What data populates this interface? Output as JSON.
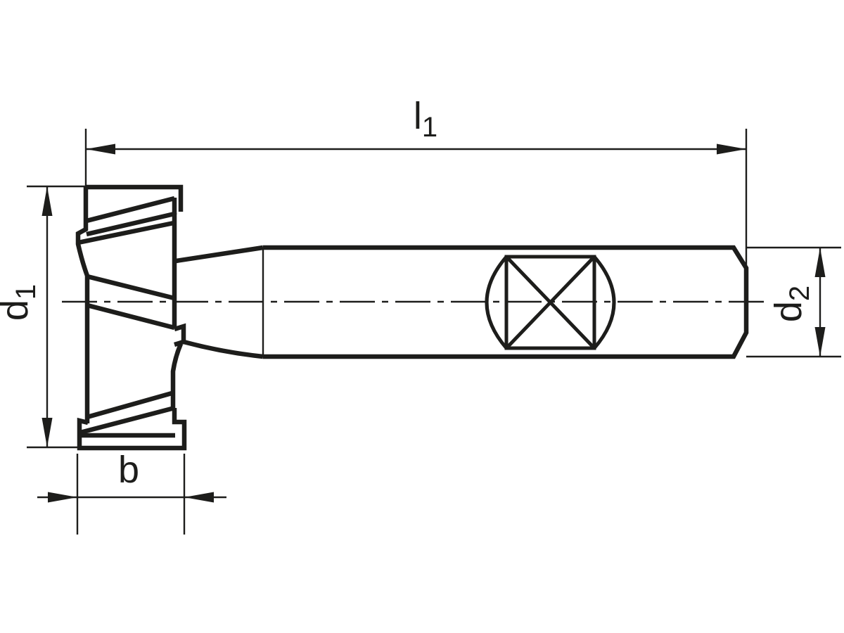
{
  "drawing": {
    "colors": {
      "line": "#1d1d1b",
      "background": "#ffffff"
    },
    "labels": {
      "l1": {
        "main": "l",
        "sub": "1"
      },
      "d1": {
        "main": "d",
        "sub": "1"
      },
      "d2": {
        "main": "d",
        "sub": "2"
      },
      "b": {
        "main": "b"
      }
    }
  }
}
